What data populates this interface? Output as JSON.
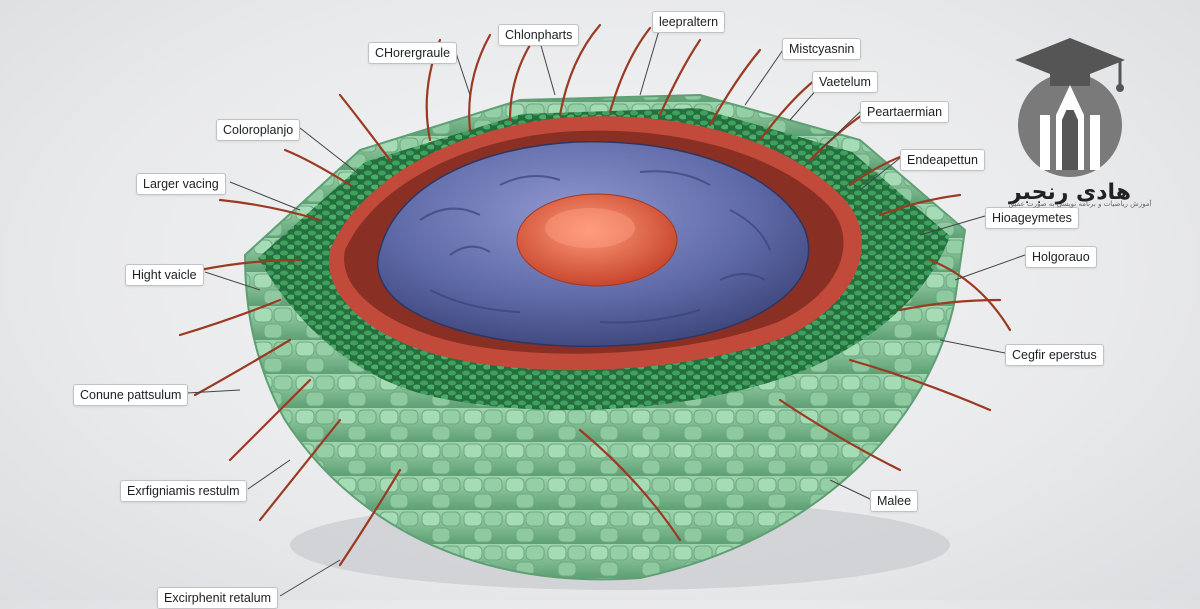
{
  "labels": {
    "chorergraule": "CHorergraule",
    "chlonpharts": "Chlonpharts",
    "leepraltern": "leepraltern",
    "mistcyasnin": "Mistcyasnin",
    "vaetelum": "Vaetelum",
    "peartaermian": "Peartaermian",
    "coloroplanjo": "Coloroplanjo",
    "endeapettun": "Endeapettun",
    "larger_vacing": "Larger vacing",
    "hioageymetes": "Hioageymetes",
    "hight_vaicle": "Hight vaicle",
    "holgorauo": "Holgorauo",
    "cegfir_eperstus": "Cegfir eperstus",
    "conune_pattsulum": "Conune pattsulum",
    "exrfigniamis_restulm": "Exrfigniamis restulm",
    "malee": "Malee",
    "excirphenit_retalum": "Excirphenit retalum"
  },
  "logo": {
    "name": "هادی رنجبر",
    "tagline": "آموزش ریاضیات و برنامه نویسی به صورت عمیق"
  },
  "colors": {
    "cell_wall": "#7fbf94",
    "chloroplast_layer": "#2f8a4e",
    "membrane": "#c24a3a",
    "nucleus": "#5f6aa8",
    "nucleolus": "#e46a4c",
    "cilia": "#9b3a22"
  }
}
